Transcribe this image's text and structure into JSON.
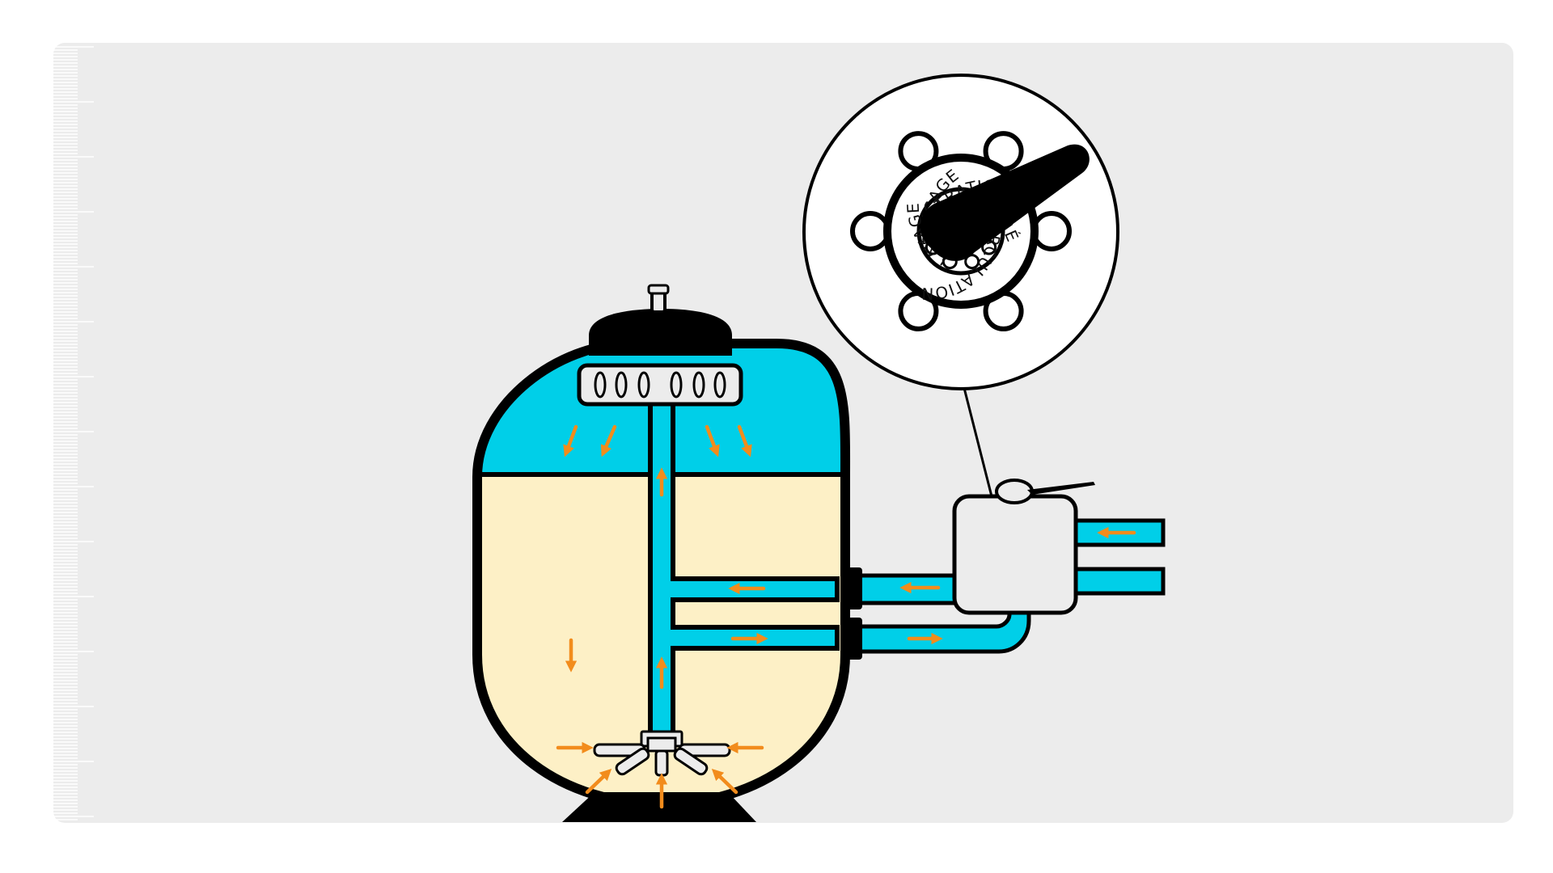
{
  "colors": {
    "page": "#ffffff",
    "panel": "#ececec",
    "water": "#00cfe8",
    "sand": "#fdf0c6",
    "outline": "#000000",
    "arrow": "#f28c1c",
    "component": "#ececec",
    "ruler": "#ffffff"
  },
  "valve_dial": {
    "positions": [
      "FILTRATION",
      "FERMÉ",
      "RECIRCULATION",
      "LAVAGE",
      "RINÇAGE"
    ]
  }
}
